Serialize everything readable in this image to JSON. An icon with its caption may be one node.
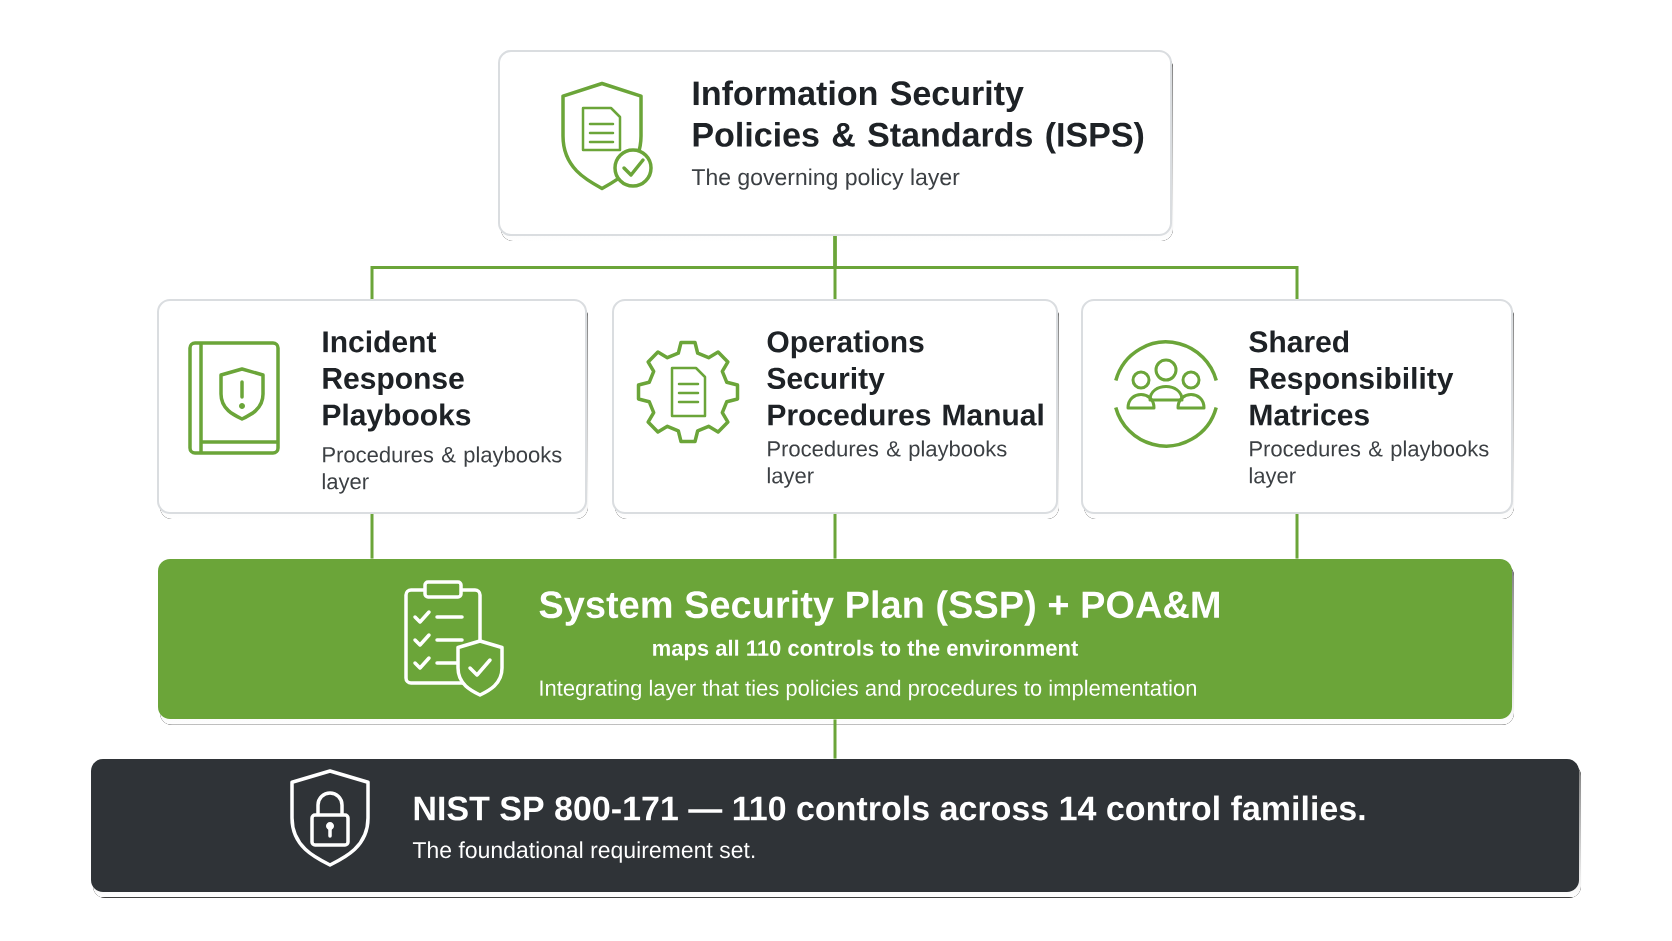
{
  "diagram": {
    "nodes": [
      {
        "text": [
          "Information Security Policies & Standards (ISPS)",
          "The governing policy layer"
        ]
      },
      {
        "text": [
          "Incident Response Playbooks",
          "Procedures & playbooks layer"
        ]
      },
      {
        "text": [
          "Operations Security Procedures Manual",
          "Procedures & playbooks layer"
        ]
      },
      {
        "text": [
          "Shared Responsibility Matrices",
          "Procedures & playbooks layer"
        ]
      },
      {
        "text": [
          "System Security Plan (SSP) + POA&M",
          "maps all 110 controls to the environment",
          "Integrating layer that ties policies and procedures to implementation"
        ]
      },
      {
        "text": [
          "NIST SP 800-171 — 110 controls across 14 control families.",
          "The foundational requirement set."
        ]
      }
    ],
    "edges": [
      {
        "from": 0,
        "to": 1,
        "arrow": "none"
      },
      {
        "from": 0,
        "to": 2,
        "arrow": "none"
      },
      {
        "from": 0,
        "to": 3,
        "arrow": "none"
      },
      {
        "from": 1,
        "to": 4,
        "arrow": "none"
      },
      {
        "from": 2,
        "to": 4,
        "arrow": "none"
      },
      {
        "from": 3,
        "to": 4,
        "arrow": "none"
      },
      {
        "from": 4,
        "to": 5,
        "arrow": "none"
      }
    ]
  }
}
